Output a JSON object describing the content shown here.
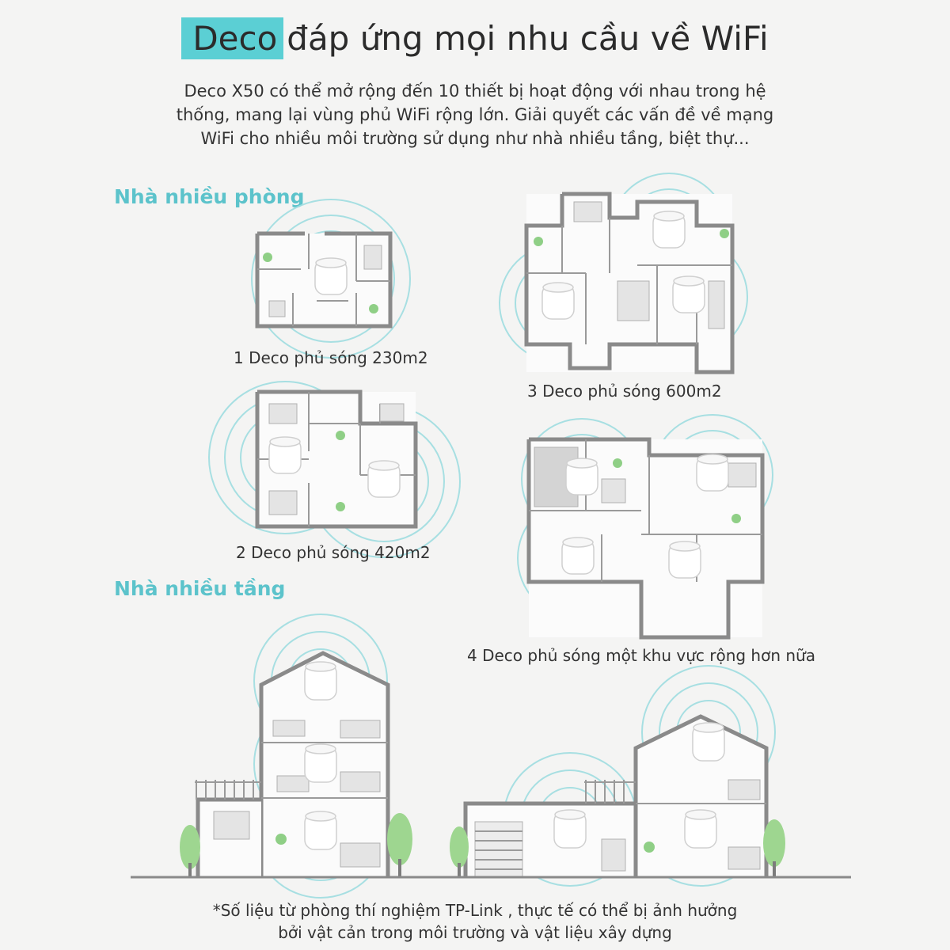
{
  "header": {
    "brand": "Deco",
    "title_rest": "đáp ứng mọi nhu cầu về WiFi"
  },
  "intro": {
    "line1": "Deco X50 có thể mở rộng đến 10 thiết bị hoạt động với nhau trong hệ",
    "line2": "thống, mang lại vùng phủ WiFi rộng lớn. Giải quyết các vấn đề về mạng",
    "line3": "WiFi cho nhiều môi trường sử dụng như nhà nhiều tầng, biệt thự..."
  },
  "sections": {
    "multi_room": "Nhà nhiều phòng",
    "multi_floor": "Nhà nhiều tầng"
  },
  "captions": {
    "one_deco": "1 Deco phủ sóng 230m2",
    "two_deco": "2 Deco phủ sóng 420m2",
    "three_deco": "3 Deco phủ sóng 600m2",
    "four_deco": "4 Deco phủ sóng một khu vực rộng hơn nữa"
  },
  "footnote": {
    "line1": "*Số liệu từ phòng thí nghiệm TP-Link , thực tế có thể bị ảnh hưởng",
    "line2": "bởi vật cản trong môi trường và vật liệu xây dựng"
  },
  "colors": {
    "accent": "#5bcfd4",
    "section_heading": "#5cc3cb",
    "wave": "#9fdde0",
    "wall": "#8a8a8a",
    "background": "#f4f4f3"
  },
  "icons": [
    "deco-router-icon",
    "wifi-wave-icon",
    "tree-icon"
  ]
}
